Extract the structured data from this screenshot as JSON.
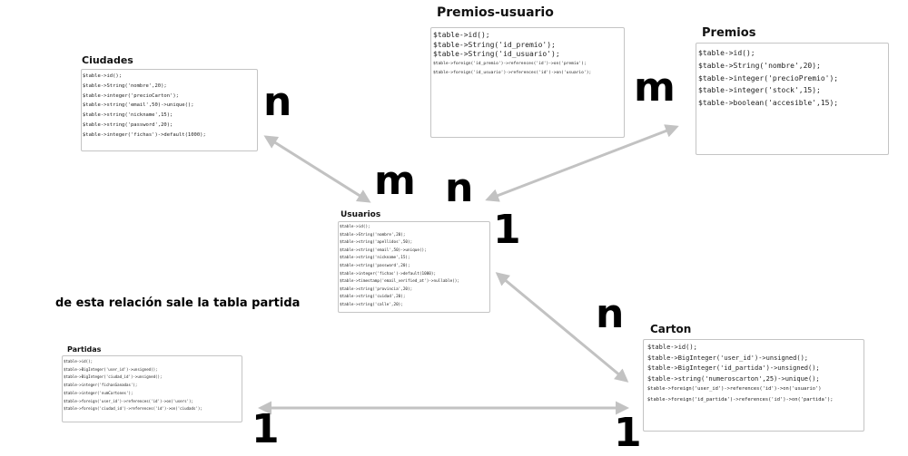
{
  "tables": {
    "ciudades": {
      "title": "Ciudades",
      "lines": [
        "$table->id();",
        "$table->String('nombre',20);",
        "$table->integer('precioCarton');",
        "$table->string('email',50)->unique();",
        "$table->string('nickname',15);",
        "$table->string('password',20);",
        "$table->integer('fichas')->default(1000);"
      ]
    },
    "premios_usuario": {
      "title": "Premios-usuario",
      "lines": [
        "$table->id();",
        "$table->String('id_premio');",
        "$table->String('id_usuario');",
        "$table->foreign('id_premio')->references('id')->on('premio');",
        "$table->foreign('id_usuario')->references('id')->on('usuario');"
      ]
    },
    "premios": {
      "title": "Premios",
      "lines": [
        "$table->id();",
        "$table->String('nombre',20);",
        "$table->integer('precioPremio');",
        "$table->integer('stock',15);",
        "$table->boolean('accesible',15);"
      ]
    },
    "usuarios": {
      "title": "Usuarios",
      "lines": [
        "$table->id();",
        "$table->String('nombre',20);",
        "$table->string('apellidos',50);",
        "$table->string('email',50)->unique();",
        "$table->string('nickname',15);",
        "$table->string('password',20);",
        "$table->integer('fichas')->default(1000);",
        "$table->timestamp('email_verified_at')->nullable();",
        "$table->string('provincia',20);",
        "$table->string('cuidad',20);",
        "$table->string('calle',20);"
      ]
    },
    "partidas": {
      "title": "Partidas",
      "lines": [
        "$table->id();",
        "$table->BigInteger('user_id')->unsigned();",
        "$table->BigInteger('ciudad_id')->unsigned();",
        "$table->integer('fichasGanadas');",
        "$table->integer('numCartones');",
        "$table->foreign('user_id')->references('id')->on('users');",
        "$table->foreign('ciudad_id')->references('id')->on('ciudads');"
      ]
    },
    "carton": {
      "title": "Carton",
      "lines": [
        "$table->id();",
        "$table->BigInteger('user_id')->unsigned();",
        "$table->BigInteger('id_partida')->unsigned();",
        "$table->string('numeroscarton',25)->unique();",
        "$table->foreign('user_id')->references('id')->on('usuario')",
        "$table->foreign('id_partida')->references('id')->on('partida');"
      ]
    }
  },
  "cardinalities": {
    "ciudades_side": "n",
    "usuarios_top_left": "m",
    "premios_side": "m",
    "usuarios_top_right": "n",
    "usuarios_right": "1",
    "carton_top": "n",
    "partidas_side": "1",
    "carton_bottom": "1"
  },
  "note": "de esta relación sale la tabla partida",
  "colors": {
    "arrow": "#c2c2c2",
    "border": "#c4c4c4",
    "text": "#000000"
  }
}
